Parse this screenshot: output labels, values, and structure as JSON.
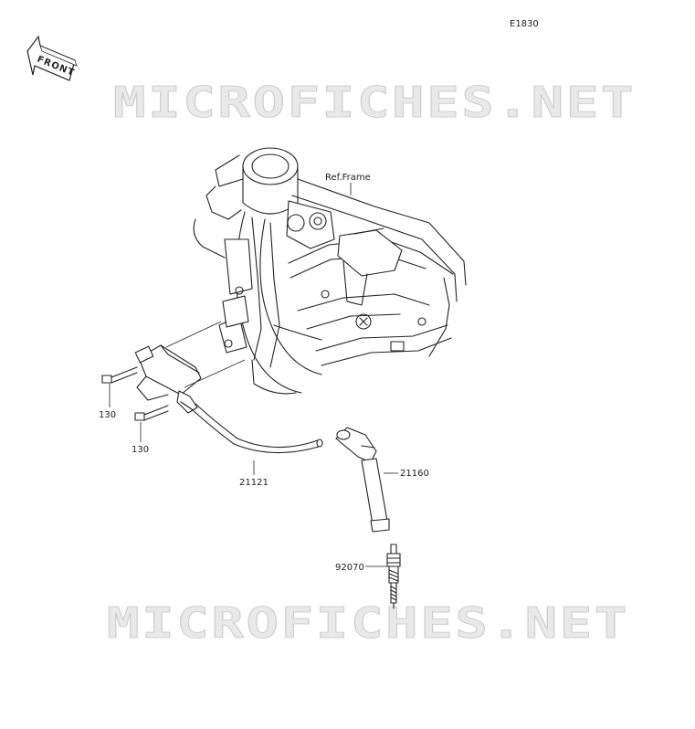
{
  "diagram_code": "E1830",
  "front_label": "FRONT",
  "watermark_top": "MICROFICHES.NET",
  "watermark_bottom": "MICROFICHES.NET",
  "labels": {
    "ref_frame": "Ref.Frame",
    "bolt_upper": "130",
    "bolt_lower": "130",
    "cable": "21121",
    "cap": "21160",
    "plug": "92070"
  }
}
